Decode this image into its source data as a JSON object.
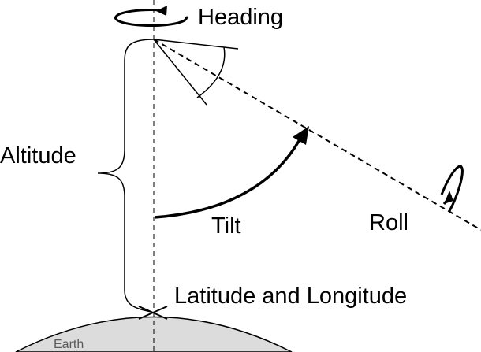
{
  "diagram": {
    "labels": {
      "heading": "Heading",
      "altitude": "Altitude",
      "tilt": "Tilt",
      "roll": "Roll",
      "lat_long": "Latitude and Longitude",
      "earth": "Earth"
    },
    "colors": {
      "stroke": "#000000",
      "earth_fill": "#dcdcdc",
      "earth_text": "#5a5a5a",
      "background": "#ffffff"
    }
  }
}
